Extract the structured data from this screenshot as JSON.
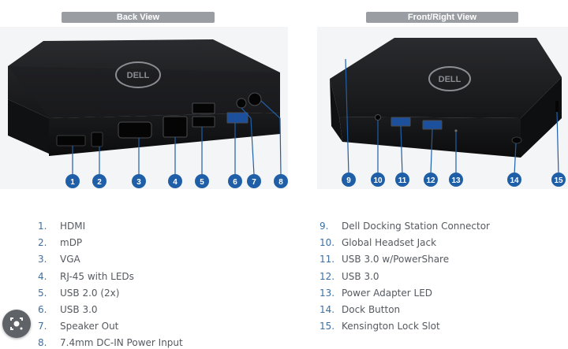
{
  "headers": {
    "back": "Back View",
    "front": "Front/Right View"
  },
  "logo_text": "DELL",
  "callout_color": "#1f5fa8",
  "back_callouts": [
    "1",
    "2",
    "3",
    "4",
    "5",
    "6",
    "7",
    "8"
  ],
  "front_callouts": [
    "9",
    "10",
    "11",
    "12",
    "13",
    "14",
    "15"
  ],
  "legend_left": [
    {
      "num": "1.",
      "label": "HDMI"
    },
    {
      "num": "2.",
      "label": "mDP"
    },
    {
      "num": "3.",
      "label": "VGA"
    },
    {
      "num": "4.",
      "label": "RJ-45 with LEDs"
    },
    {
      "num": "5.",
      "label": "USB 2.0 (2x)"
    },
    {
      "num": "6.",
      "label": "USB 3.0"
    },
    {
      "num": "7.",
      "label": "Speaker Out"
    },
    {
      "num": "8.",
      "label": "7.4mm DC-IN Power Input"
    }
  ],
  "legend_right": [
    {
      "num": "9.",
      "label": "Dell Docking Station Connector"
    },
    {
      "num": "10.",
      "label": "Global Headset Jack"
    },
    {
      "num": "11.",
      "label": "USB 3.0 w/PowerShare"
    },
    {
      "num": "12.",
      "label": "USB 3.0"
    },
    {
      "num": "13.",
      "label": "Power Adapter LED"
    },
    {
      "num": "14.",
      "label": "Dock Button"
    },
    {
      "num": "15.",
      "label": "Kensington Lock Slot"
    }
  ],
  "icons": {
    "visual_search": "visual-search-lens-icon"
  }
}
